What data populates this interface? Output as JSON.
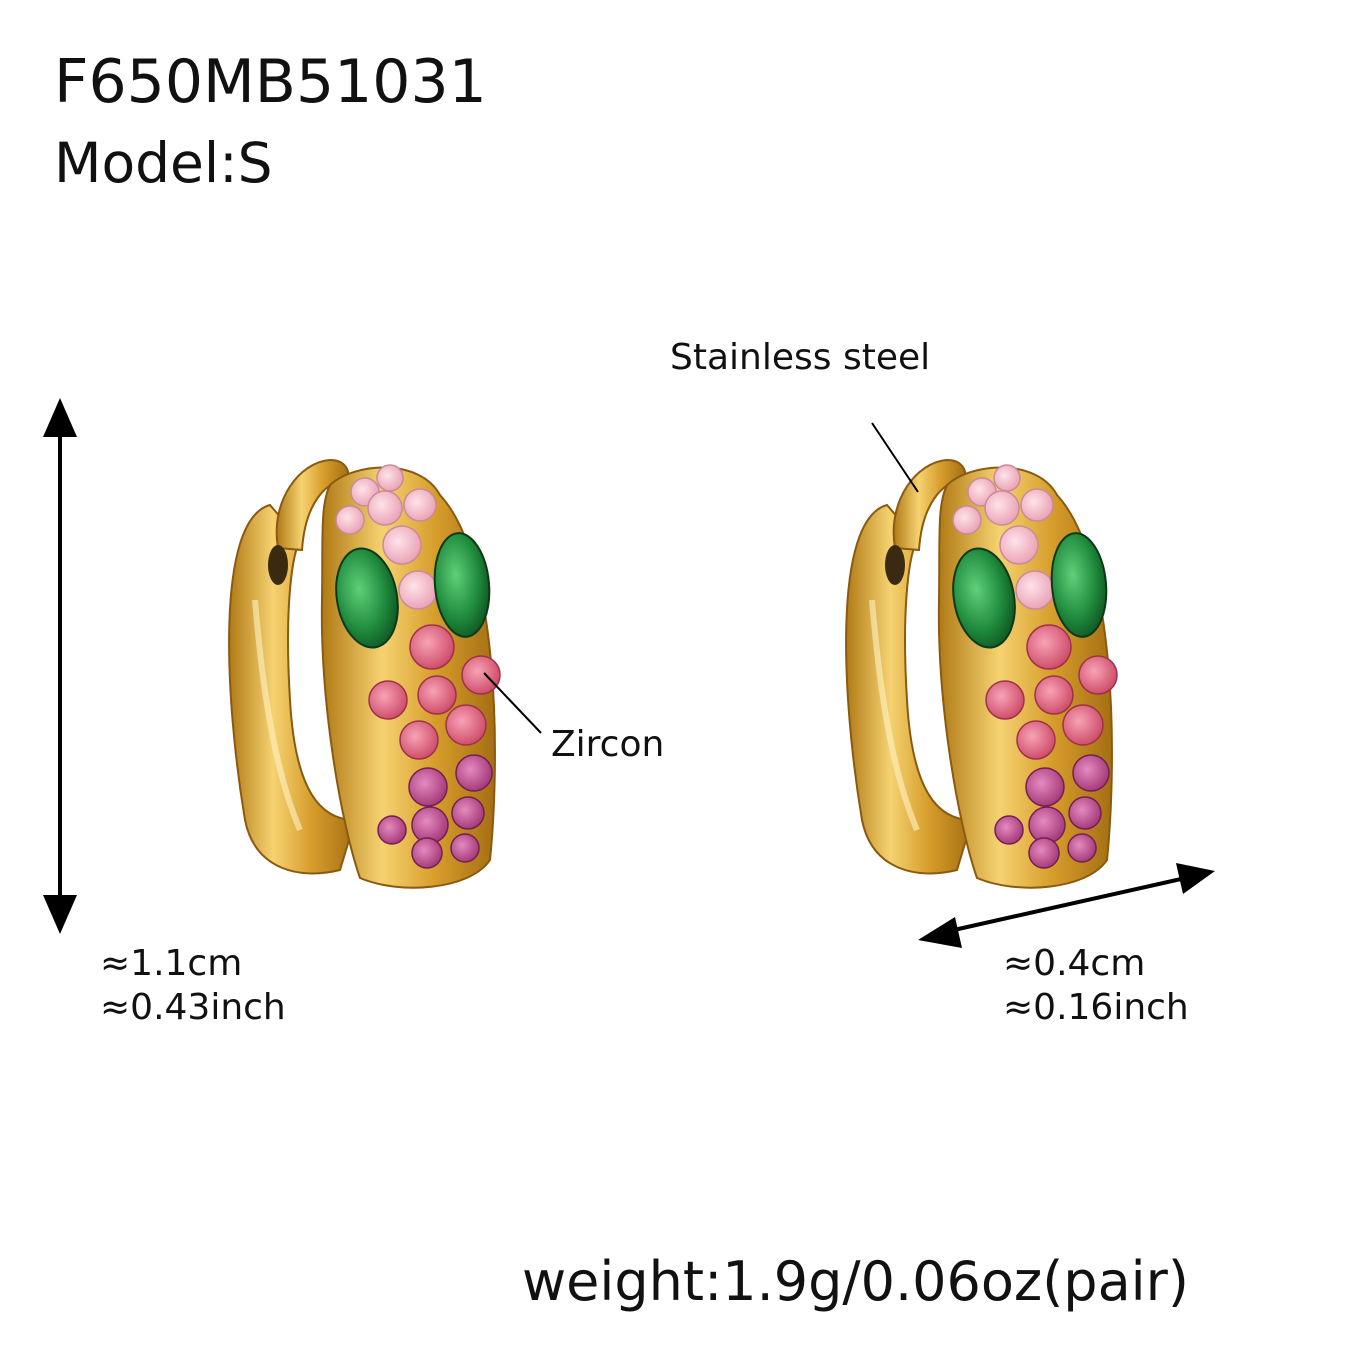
{
  "product": {
    "sku": "F650MB51031",
    "model": "Model:S",
    "weight": "weight:1.9g/0.06oz(pair)"
  },
  "labels": {
    "material": "Stainless steel",
    "stone": "Zircon"
  },
  "dimensions": {
    "height_cm": "≈1.1cm",
    "height_inch": "≈0.43inch",
    "width_cm": "≈0.4cm",
    "width_inch": "≈0.16inch"
  },
  "colors": {
    "gold": "#d9a633",
    "emerald": "#1f8a3c",
    "light_pink": "#f2b6c4",
    "rose": "#e06b86",
    "magenta": "#b94a8a"
  }
}
